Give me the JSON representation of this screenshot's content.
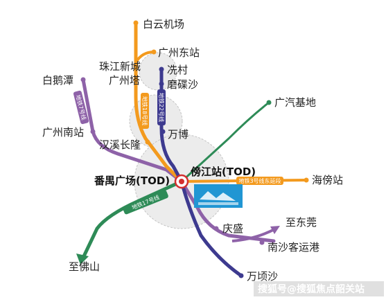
{
  "colors": {
    "line18": "#f39a1e",
    "line22": "#3d3a8f",
    "line7": "#8e62a8",
    "line3_ext": "#f39a1e",
    "line17": "#2e8b57",
    "green_route": "#2e8b57",
    "purple_route": "#8e62a8",
    "hub_fill": "#e8e8e8",
    "hub_stroke": "#bdbdbd",
    "center_node": "#d32f2f"
  },
  "stations": {
    "baiyun_airport": "白云机场",
    "zhujiang_newtown": "珠江新城",
    "guangzhou_east": "广州东站",
    "canton_tower": "广州塔",
    "xiancun": "冼村",
    "modiesha": "磨碟沙",
    "baiebian": "白鹅潭",
    "guangzhou_south": "广州南站",
    "hanxi_changlong": "汉溪长隆",
    "wanbo": "万博",
    "gac_base": "广汽基地",
    "panyu_square": "番禺广场(TOD)",
    "pangjiang_station": "傍江站(TOD)",
    "haibang_station": "海傍站",
    "qingsheng": "庆盛",
    "to_dongguan": "至东莞",
    "nansha_port": "南沙客运港",
    "to_foshan": "至佛山",
    "wanqingsha": "万顷沙"
  },
  "line_labels": {
    "line7": "地铁7号线",
    "line18": "地铁18号线",
    "line22": "地铁22号线",
    "line3_ext": "地铁3号线东延段",
    "line17": "地铁17号线"
  },
  "watermark": "搜狐号@搜狐焦点韶关站"
}
